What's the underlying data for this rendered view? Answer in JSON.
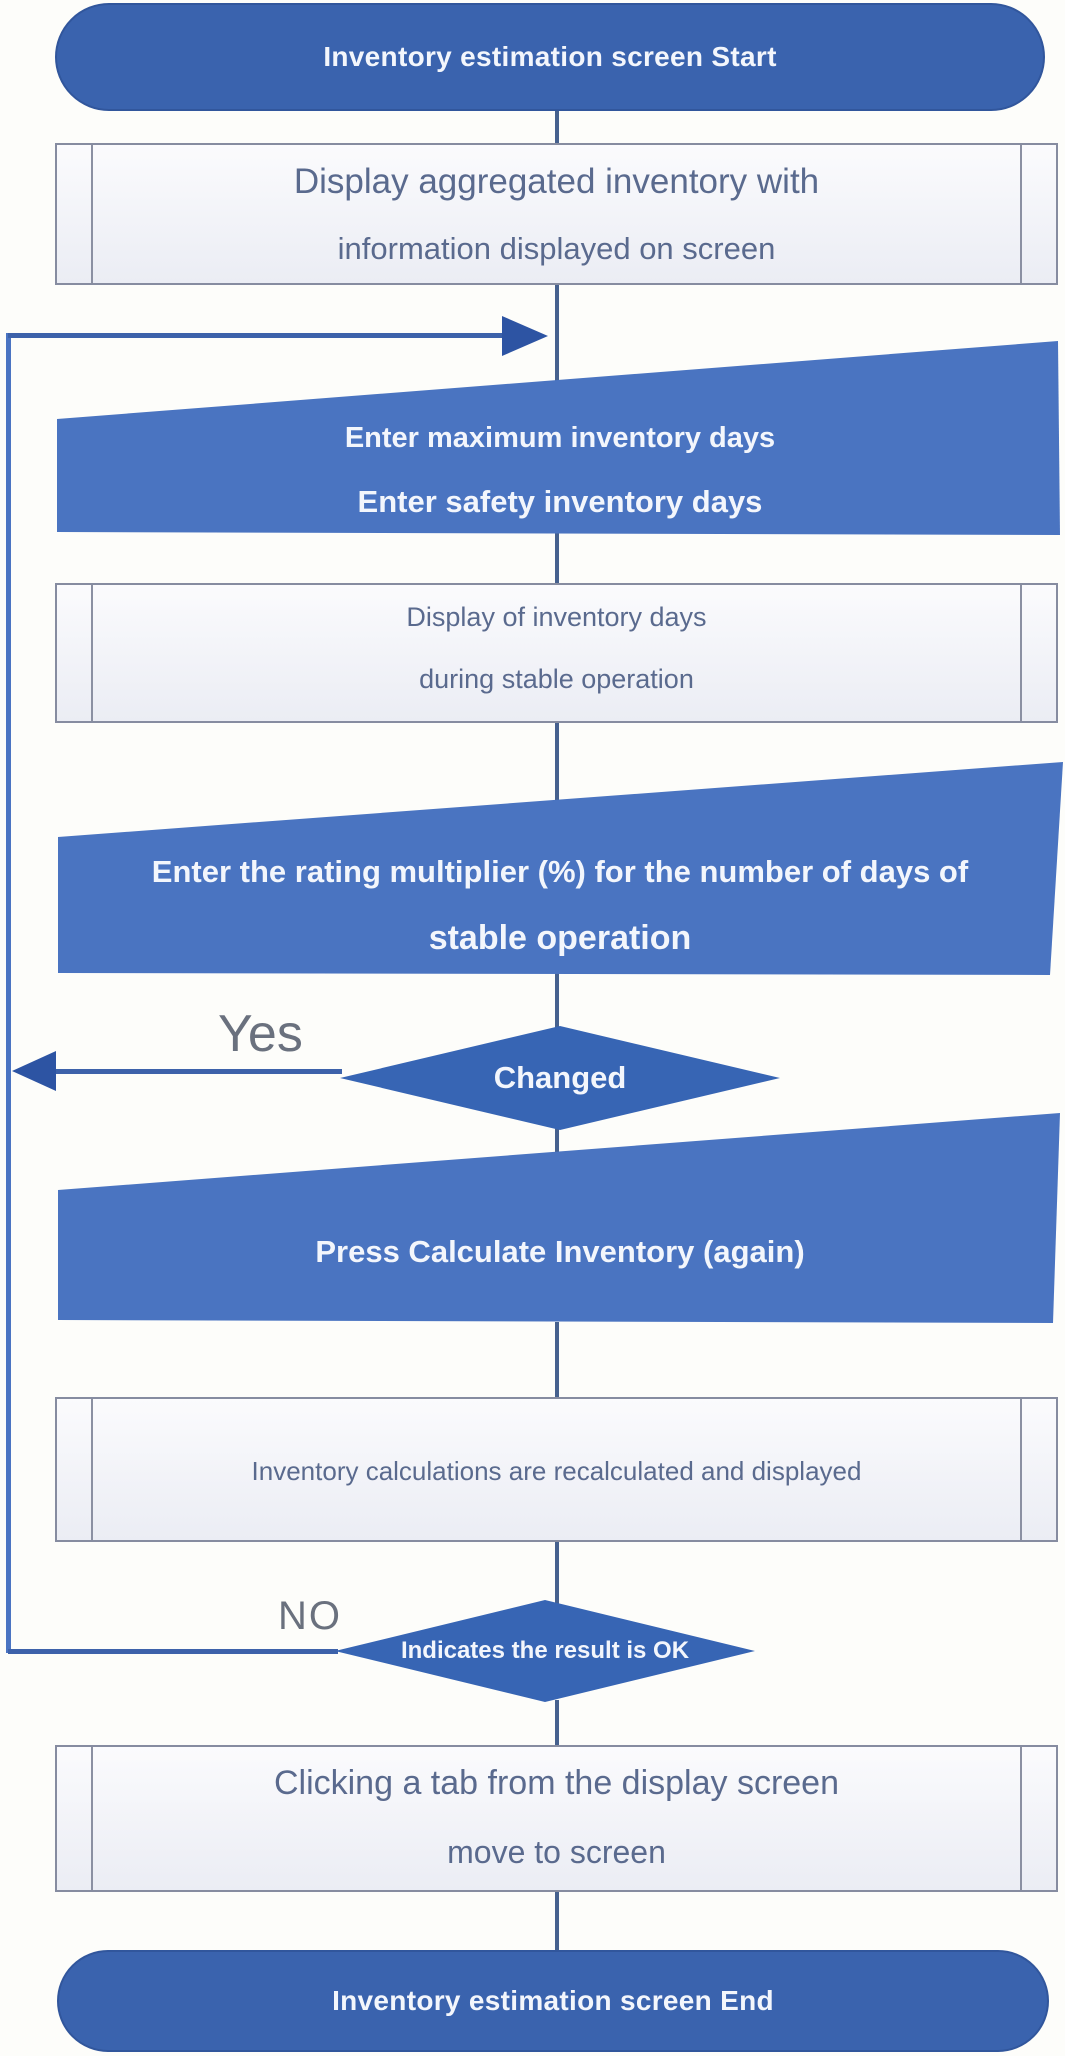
{
  "flow": {
    "start": {
      "label": "Inventory estimation screen Start"
    },
    "display_aggregated": {
      "lines": [
        "Display aggregated inventory with",
        "information displayed on screen"
      ]
    },
    "enter_days": {
      "lines": [
        "Enter maximum inventory days",
        "Enter safety inventory days"
      ]
    },
    "display_inventory_days": {
      "lines": [
        "Display of inventory days",
        "during stable operation"
      ]
    },
    "enter_rating": {
      "lines": [
        "Enter the rating multiplier (%) for the number of days of",
        "stable operation"
      ]
    },
    "changed_decision": {
      "label": "Changed",
      "branch_label": "Yes"
    },
    "press_calculate": {
      "label": "Press Calculate Inventory (again)"
    },
    "recalculated": {
      "label": "Inventory calculations are recalculated and displayed"
    },
    "result_ok_decision": {
      "label": "Indicates the result is OK",
      "branch_label": "NO"
    },
    "click_tab": {
      "lines": [
        "Clicking a tab from the display screen",
        "move to screen"
      ]
    },
    "end": {
      "label": "Inventory estimation screen End"
    }
  },
  "colors": {
    "bg": "#fdfdfa",
    "shape_blue": "#4a74c1",
    "pill_blue": "#3a63ae",
    "diamond_blue": "#3765b4",
    "connector": "#46618e",
    "loop_line": "#4a74c2",
    "loop_line_h": "#3d62aa",
    "arrow": "#2d54a3",
    "box_text": "#5a6a8e",
    "label_gray": "#6a717e"
  }
}
